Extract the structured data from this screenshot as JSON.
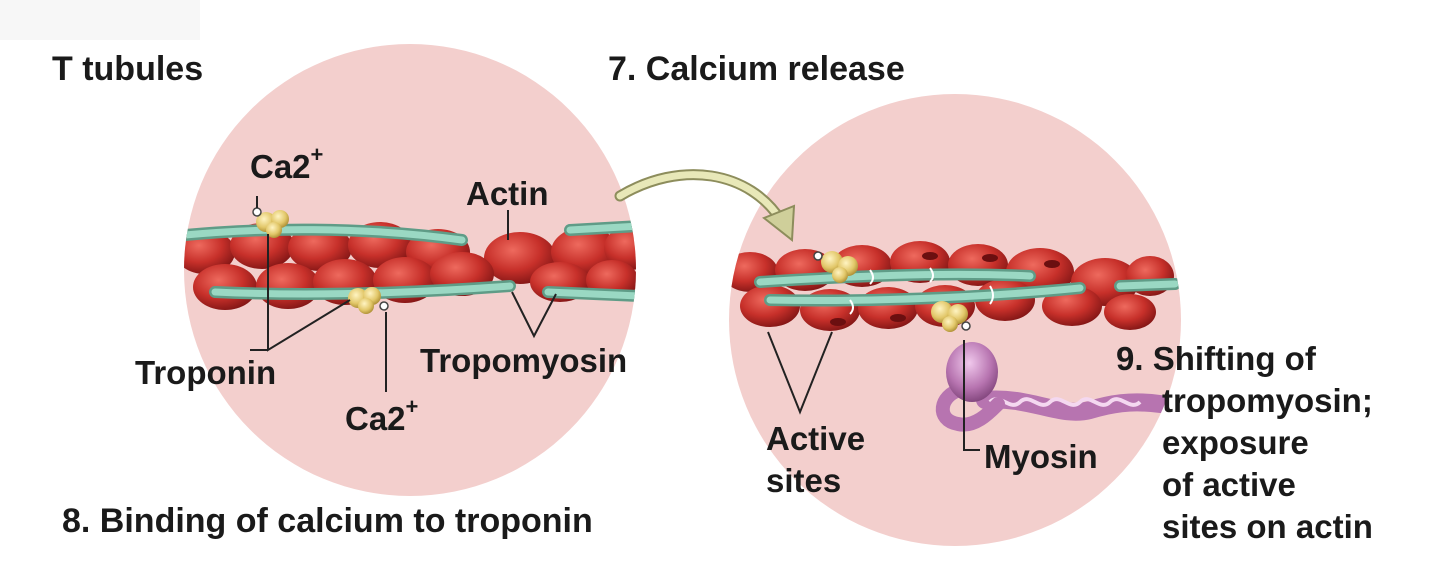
{
  "labels": {
    "t_tubules": "T tubules",
    "calcium_release": "7. Calcium release",
    "ca_top": "Ca2",
    "ca_bottom": "Ca2",
    "ca_superscript": "+",
    "actin": "Actin",
    "troponin": "Troponin",
    "tropomyosin": "Tropomyosin",
    "binding_caption": "8. Binding of calcium to troponin",
    "active_sites_line1": "Active",
    "active_sites_line2": "sites",
    "myosin": "Myosin",
    "shifting_line1": "9. Shifting of",
    "shifting_line2": "tropomyosin;",
    "shifting_line3": "exposure",
    "shifting_line4": "of active",
    "shifting_line5": "sites on actin"
  },
  "colors": {
    "circle_fill": "#f3cfcd",
    "actin_red": "#c22a26",
    "tropomyosin_teal": "#8fcfb9",
    "troponin_yellow": "#e2c769",
    "myosin_purple": "#b774b0",
    "arrow": "#cfcf9a"
  }
}
